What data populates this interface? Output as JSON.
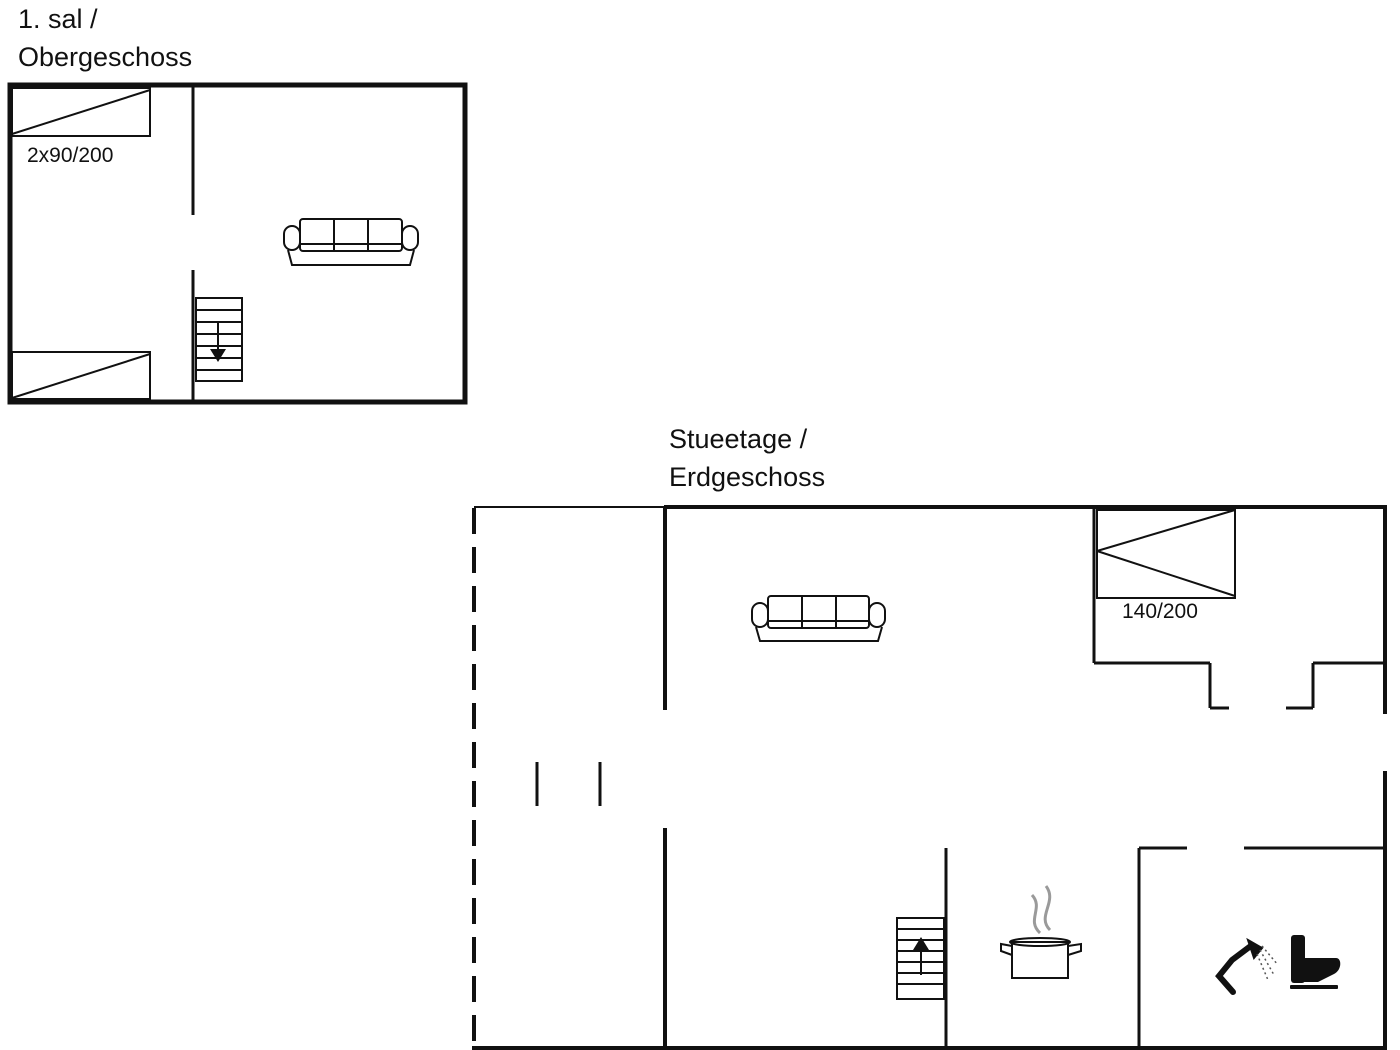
{
  "upper_floor": {
    "title_line1": "1. sal /",
    "title_line2": "Obergeschoss",
    "bed_label": "2x90/200",
    "stair_direction": "down",
    "icons": [
      "bed-icon",
      "bed-icon",
      "sofa-icon",
      "staircase-icon"
    ]
  },
  "ground_floor": {
    "title_line1": "Stueetage /",
    "title_line2": "Erdgeschoss",
    "bed_label": "140/200",
    "stair_direction": "up",
    "icons": [
      "bed-icon",
      "sofa-icon",
      "staircase-icon",
      "cooking-pot-icon",
      "shower-icon",
      "toilet-icon"
    ]
  },
  "colors": {
    "wall": "#111111",
    "steam": "#9a9a9a",
    "background": "#ffffff"
  }
}
